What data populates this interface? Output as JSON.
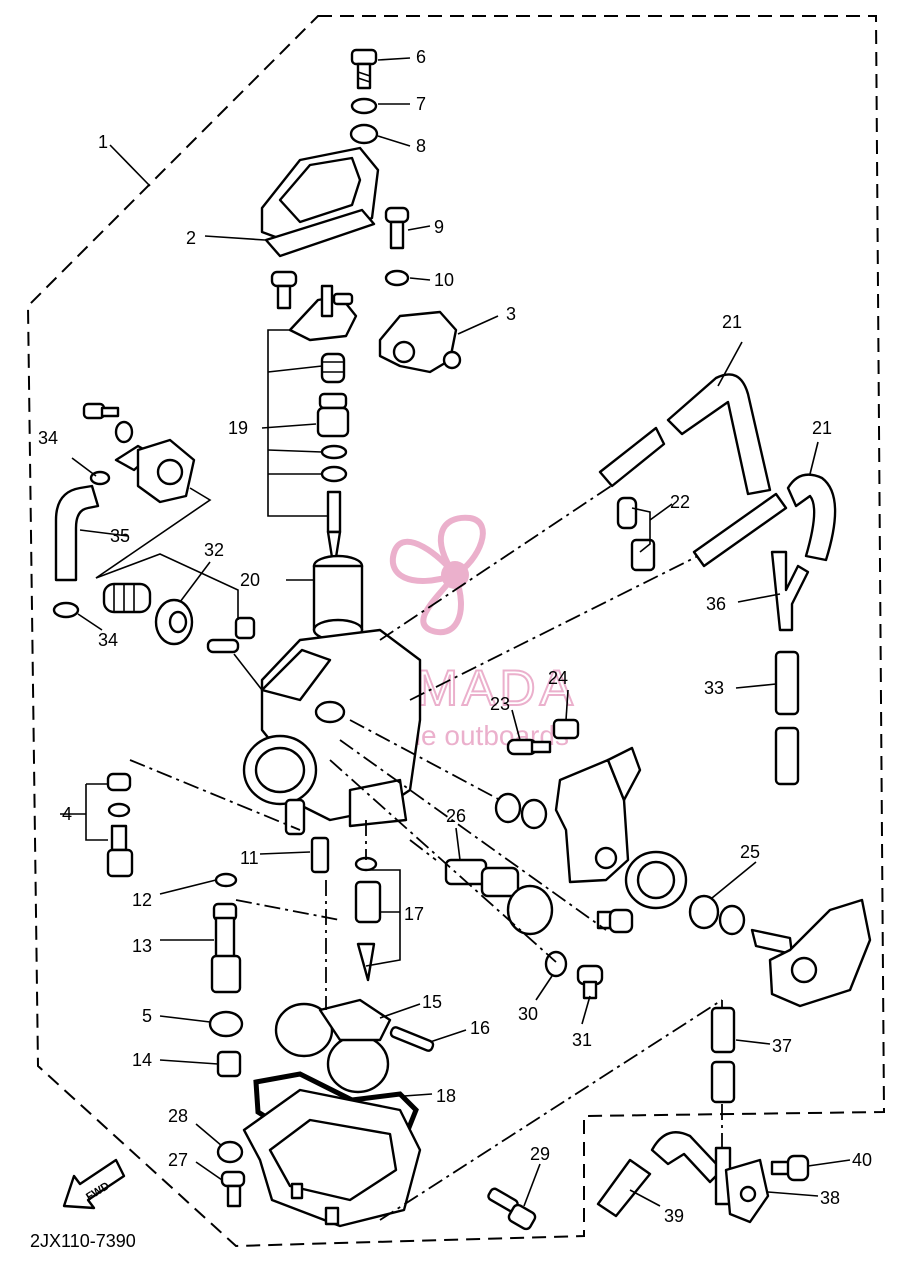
{
  "diagram": {
    "code": "2JX110-7390",
    "fwd": "FWD",
    "watermark": {
      "brand": "ARMADA",
      "tagline": "marine outboards",
      "color": "#e8a3c4"
    },
    "callouts": [
      {
        "id": "c1",
        "text": "1"
      },
      {
        "id": "c2",
        "text": "2"
      },
      {
        "id": "c3",
        "text": "3"
      },
      {
        "id": "c4",
        "text": "4"
      },
      {
        "id": "c5",
        "text": "5"
      },
      {
        "id": "c6",
        "text": "6"
      },
      {
        "id": "c7",
        "text": "7"
      },
      {
        "id": "c8",
        "text": "8"
      },
      {
        "id": "c9",
        "text": "9"
      },
      {
        "id": "c10",
        "text": "10"
      },
      {
        "id": "c11",
        "text": "11"
      },
      {
        "id": "c12",
        "text": "12"
      },
      {
        "id": "c13",
        "text": "13"
      },
      {
        "id": "c14",
        "text": "14"
      },
      {
        "id": "c15",
        "text": "15"
      },
      {
        "id": "c16",
        "text": "16"
      },
      {
        "id": "c17",
        "text": "17"
      },
      {
        "id": "c18",
        "text": "18"
      },
      {
        "id": "c19",
        "text": "19"
      },
      {
        "id": "c20",
        "text": "20"
      },
      {
        "id": "c21a",
        "text": "21"
      },
      {
        "id": "c21b",
        "text": "21"
      },
      {
        "id": "c22",
        "text": "22"
      },
      {
        "id": "c23",
        "text": "23"
      },
      {
        "id": "c24",
        "text": "24"
      },
      {
        "id": "c25",
        "text": "25"
      },
      {
        "id": "c26",
        "text": "26"
      },
      {
        "id": "c27",
        "text": "27"
      },
      {
        "id": "c28",
        "text": "28"
      },
      {
        "id": "c29",
        "text": "29"
      },
      {
        "id": "c30",
        "text": "30"
      },
      {
        "id": "c31",
        "text": "31"
      },
      {
        "id": "c32",
        "text": "32"
      },
      {
        "id": "c33",
        "text": "33"
      },
      {
        "id": "c34a",
        "text": "34"
      },
      {
        "id": "c34b",
        "text": "34"
      },
      {
        "id": "c35",
        "text": "35"
      },
      {
        "id": "c36",
        "text": "36"
      },
      {
        "id": "c37",
        "text": "37"
      },
      {
        "id": "c38",
        "text": "38"
      },
      {
        "id": "c39",
        "text": "39"
      },
      {
        "id": "c40",
        "text": "40"
      }
    ]
  }
}
